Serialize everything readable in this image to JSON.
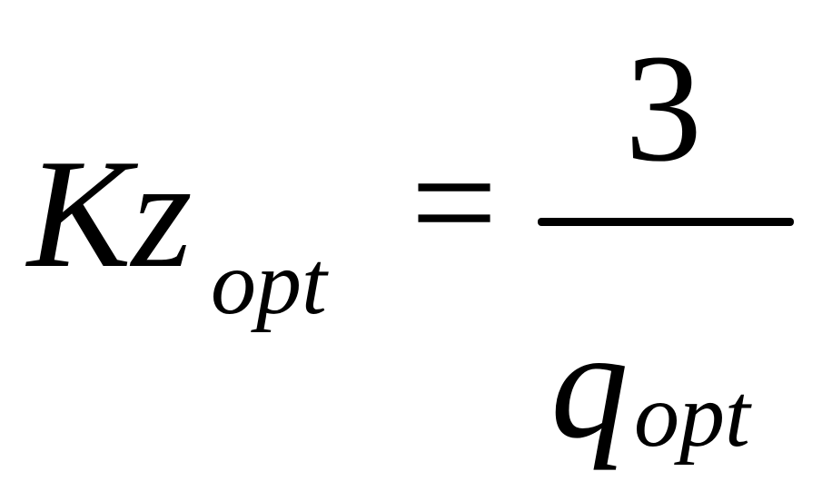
{
  "formula": {
    "lhs": {
      "variable": "Kz",
      "subscript": "opt"
    },
    "operator": "=",
    "rhs": {
      "numerator": "3",
      "denominator": {
        "variable": "q",
        "subscript": "opt"
      }
    }
  }
}
